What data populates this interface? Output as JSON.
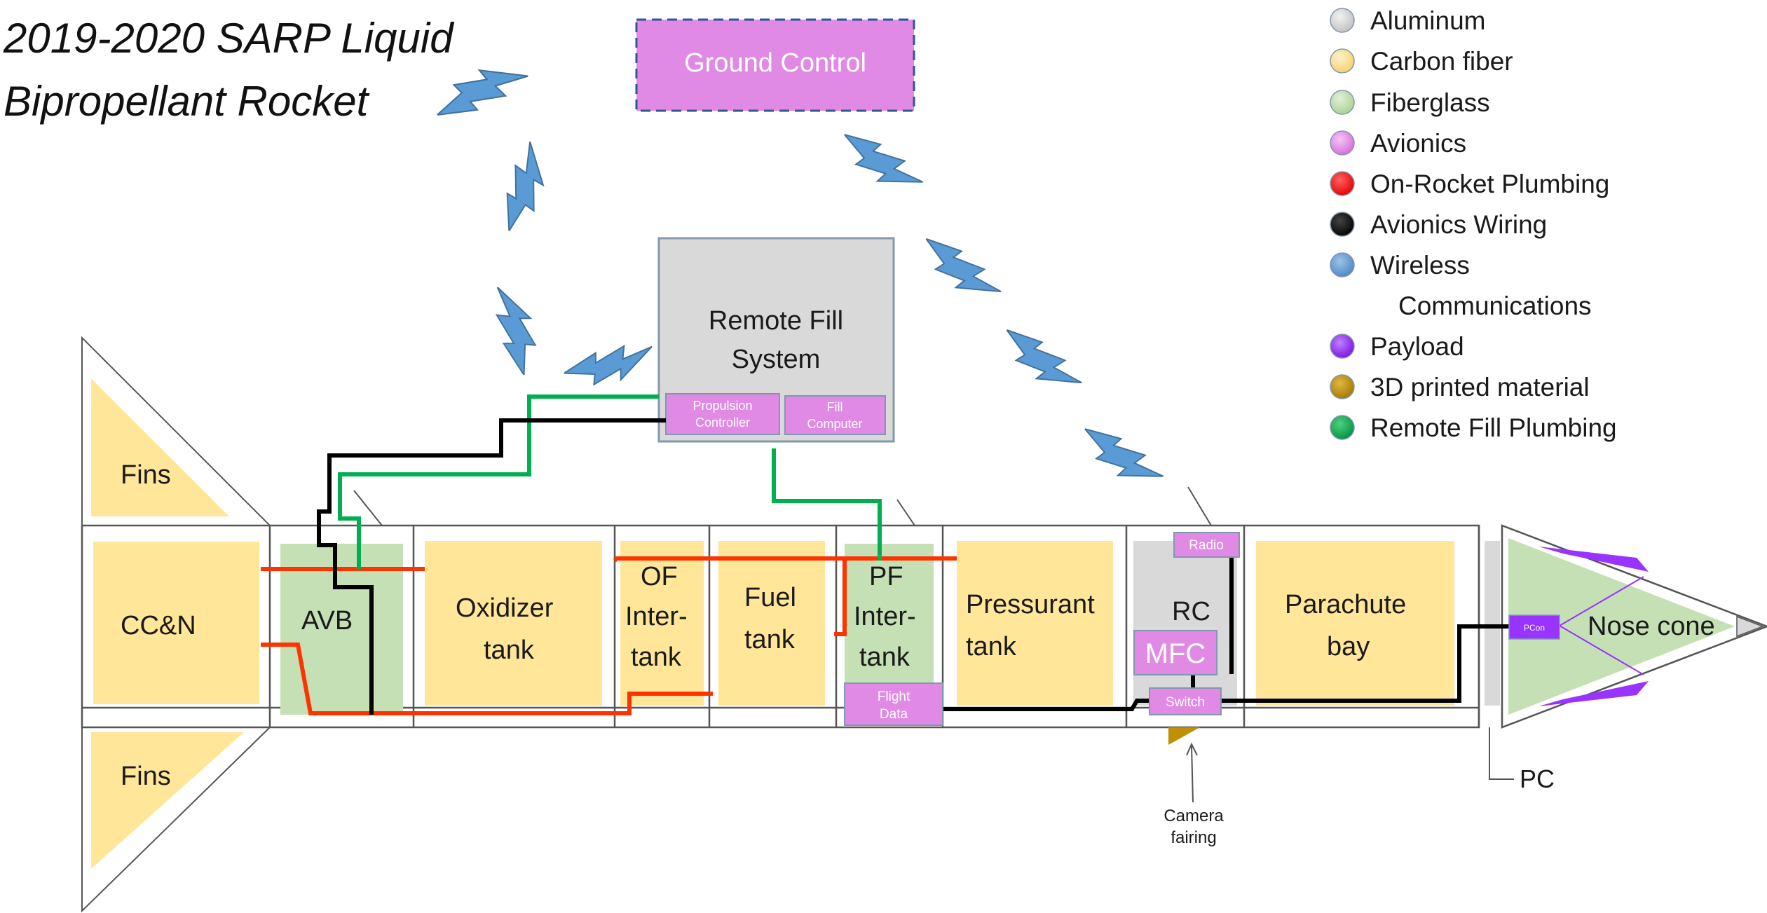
{
  "title": {
    "line1": "2019-2020 SARP Liquid",
    "line2": "Bipropellant Rocket"
  },
  "ground_control": {
    "label": "Ground Control"
  },
  "remote_fill": {
    "line1": "Remote Fill",
    "line2": "System",
    "propulsion_controller": {
      "line1": "Propulsion",
      "line2": "Controller"
    },
    "fill_computer": {
      "line1": "Fill",
      "line2": "Computer"
    }
  },
  "sections": {
    "fins_top": "Fins",
    "fins_bottom": "Fins",
    "ccn": "CC&N",
    "avb": "AVB",
    "oxidizer": {
      "line1": "Oxidizer",
      "line2": "tank"
    },
    "of_intertank": {
      "line1": "OF",
      "line2": "Inter-",
      "line3": "tank"
    },
    "fuel": {
      "line1": "Fuel",
      "line2": "tank"
    },
    "pf_intertank": {
      "line1": "PF",
      "line2": "Inter-",
      "line3": "tank"
    },
    "flight_data": {
      "line1": "Flight",
      "line2": "Data"
    },
    "pressurant": {
      "line1": "Pressurant",
      "line2": "tank"
    },
    "rc": "RC",
    "radio": "Radio",
    "mfc": "MFC",
    "switch": "Switch",
    "parachute": {
      "line1": "Parachute",
      "line2": "bay"
    },
    "pcon": "PCon",
    "nose_cone": "Nose cone",
    "pc": "PC",
    "camera": {
      "line1": "Camera",
      "line2": "fairing"
    }
  },
  "legend": [
    {
      "label": "Aluminum",
      "color": "#d9d9d9"
    },
    {
      "label": "Carbon fiber",
      "color": "#ffe699"
    },
    {
      "label": "Fiberglass",
      "color": "#c5e0b4"
    },
    {
      "label": "Avionics",
      "color": "#e08ae6"
    },
    {
      "label": "On-Rocket Plumbing",
      "color": "#ff0000"
    },
    {
      "label": "Avionics Wiring",
      "color": "#000000"
    },
    {
      "label": "Wireless",
      "label2": "Communications",
      "color": "#5b9bd5"
    },
    {
      "label": "Payload",
      "color": "#9933ff"
    },
    {
      "label": "3D printed material",
      "color": "#bf9000"
    },
    {
      "label": "Remote Fill Plumbing",
      "color": "#00b050"
    }
  ]
}
